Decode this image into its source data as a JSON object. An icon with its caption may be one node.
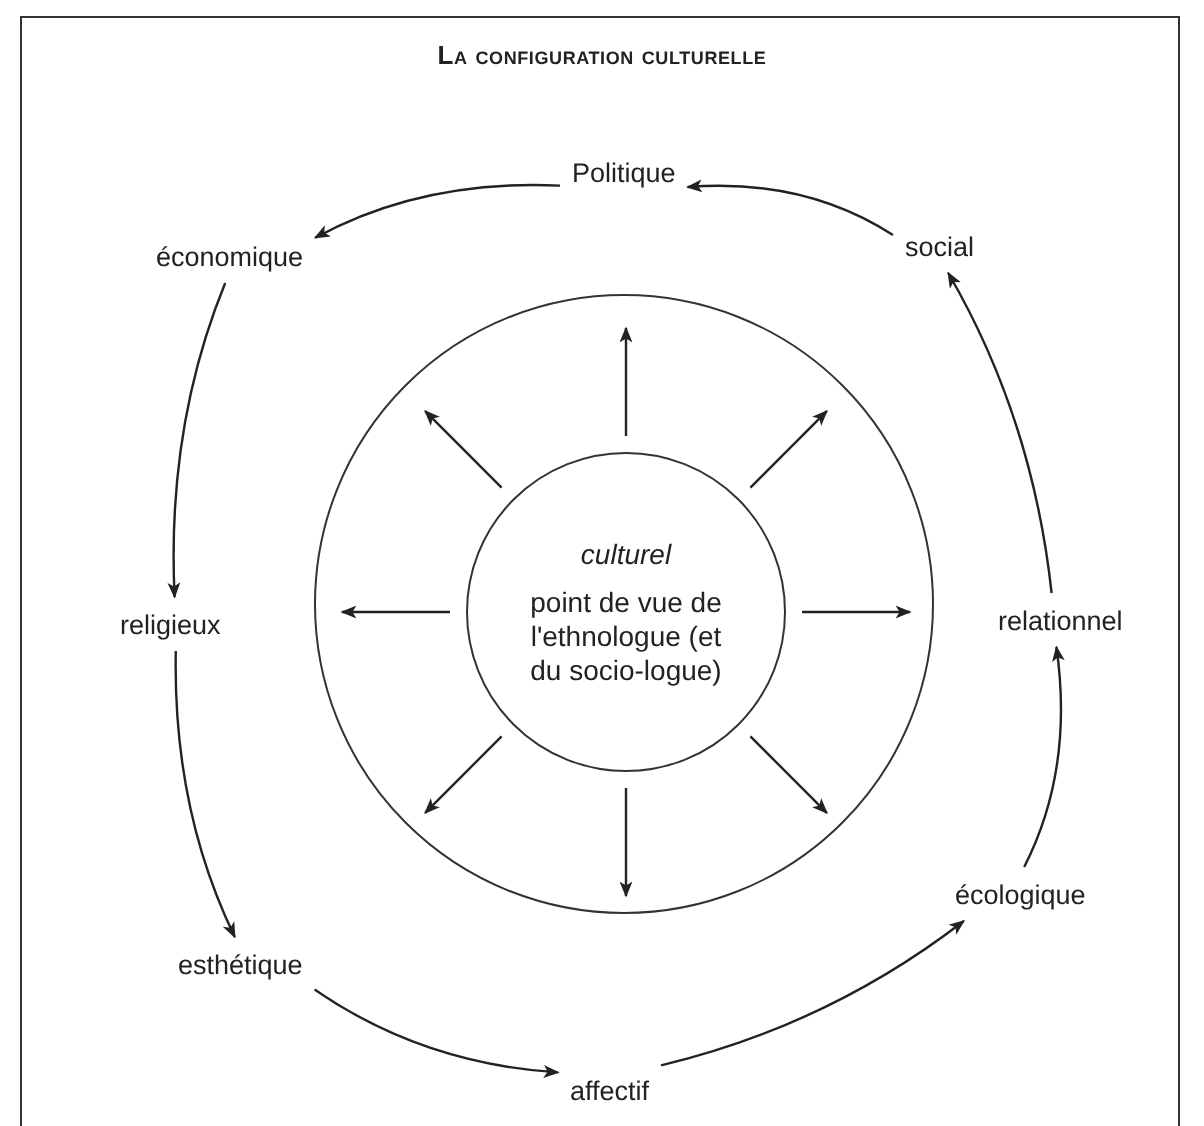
{
  "diagram": {
    "title": "La configuration culturelle",
    "nodes": [
      {
        "text": [],
        "shape": "circle"
      },
      {
        "text": [
          "culturel",
          "point de vue de l'ethnologue (et du socio-logue)"
        ],
        "in": 0
      },
      {
        "text": [
          "Politique"
        ]
      },
      {
        "text": [
          "social"
        ]
      },
      {
        "text": [
          "relationnel"
        ]
      },
      {
        "text": [
          "écologique"
        ]
      },
      {
        "text": [
          "affectif"
        ]
      },
      {
        "text": [
          "esthétique"
        ]
      },
      {
        "text": [
          "religieux"
        ]
      },
      {
        "text": [
          "économique"
        ]
      }
    ],
    "edges": [
      {
        "from": 1,
        "to": null,
        "arrow": "to"
      },
      {
        "from": 1,
        "to": null,
        "arrow": "to"
      },
      {
        "from": 1,
        "to": null,
        "arrow": "to"
      },
      {
        "from": 1,
        "to": null,
        "arrow": "to"
      },
      {
        "from": 1,
        "to": null,
        "arrow": "to"
      },
      {
        "from": 1,
        "to": null,
        "arrow": "to"
      },
      {
        "from": 1,
        "to": null,
        "arrow": "to"
      },
      {
        "from": 1,
        "to": null,
        "arrow": "to"
      },
      {
        "from": 6,
        "to": 5,
        "arrow": "to"
      },
      {
        "from": 5,
        "to": 4,
        "arrow": "to"
      },
      {
        "from": 4,
        "to": 3,
        "arrow": "to"
      },
      {
        "from": 3,
        "to": 2,
        "arrow": "to"
      },
      {
        "from": 2,
        "to": 9,
        "arrow": "to"
      },
      {
        "from": 9,
        "to": 8,
        "arrow": "to"
      },
      {
        "from": 8,
        "to": 7,
        "arrow": "to"
      },
      {
        "from": 7,
        "to": 6,
        "arrow": "to"
      }
    ]
  }
}
